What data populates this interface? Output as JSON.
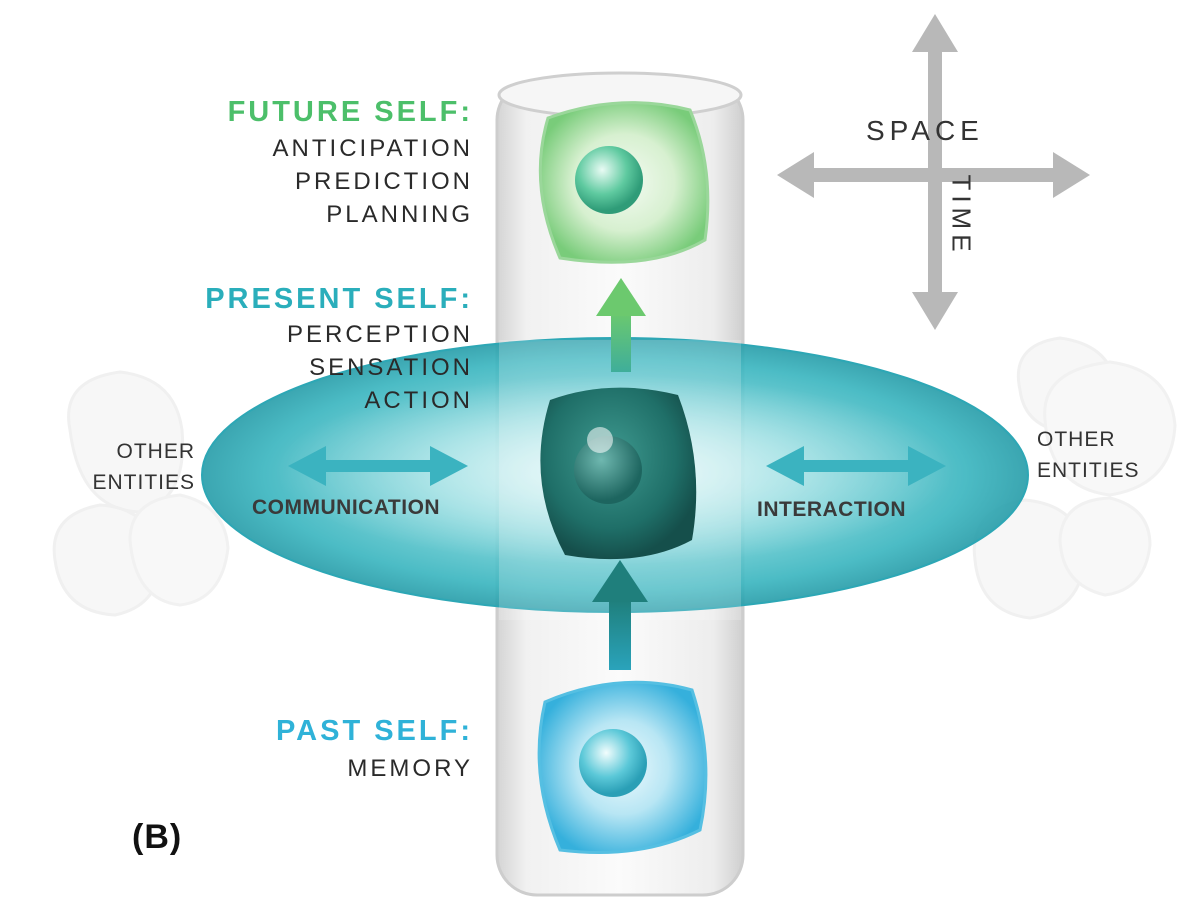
{
  "colors": {
    "future": "#4cbf6a",
    "present": "#2aaebb",
    "past": "#2fb2d8",
    "dark_cell": "#1e6d66",
    "axis_arrows": "#b8b8b8",
    "text": "#2a2a2a"
  },
  "future_self": {
    "title": "FUTURE SELF:",
    "items": [
      "ANTICIPATION",
      "PREDICTION",
      "PLANNING"
    ]
  },
  "present_self": {
    "title": "PRESENT SELF:",
    "items": [
      "PERCEPTION",
      "SENSATION",
      "ACTION"
    ]
  },
  "past_self": {
    "title": "PAST SELF:",
    "items": [
      "MEMORY"
    ]
  },
  "left_entities": [
    "OTHER",
    "ENTITIES"
  ],
  "right_entities": [
    "OTHER",
    "ENTITIES"
  ],
  "left_relation": "COMMUNICATION",
  "right_relation": "INTERACTION",
  "axes": {
    "space": "SPACE",
    "time": "TIME"
  },
  "panel_label": "(B)"
}
